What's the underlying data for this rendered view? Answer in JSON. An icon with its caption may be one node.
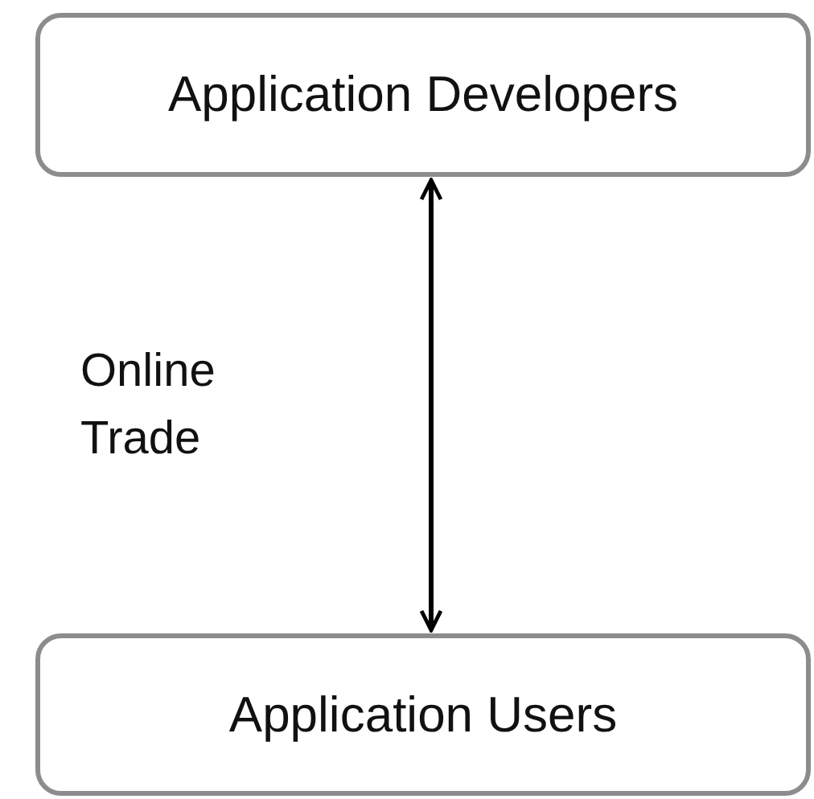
{
  "diagram": {
    "nodes": [
      {
        "text": [
          "Application Developers"
        ]
      },
      {
        "text": [
          "Application Users"
        ]
      }
    ],
    "edges": [
      {
        "from": 0,
        "to": 1,
        "arrow": "both",
        "label": "Online Trade"
      }
    ]
  }
}
